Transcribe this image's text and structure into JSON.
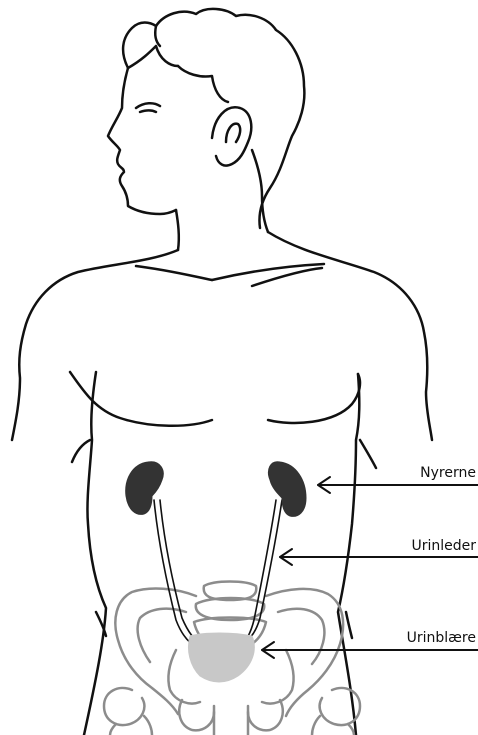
{
  "labels": {
    "kidneys": "Nyrerne",
    "ureter": "Urinleder",
    "bladder": "Urinblære"
  },
  "colors": {
    "outline": "#111111",
    "organ_dark": "#333333",
    "pelvis_bone": "#8c8c8c",
    "bladder_fill": "#c8c8c8",
    "background": "#ffffff"
  }
}
